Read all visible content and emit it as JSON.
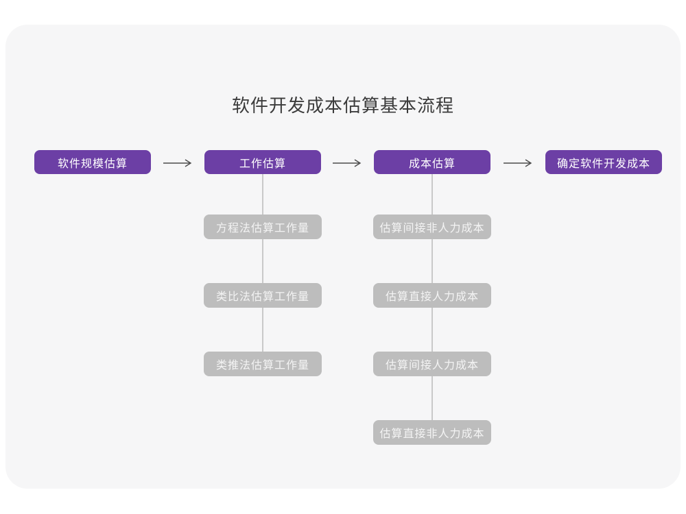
{
  "page": {
    "title": "软件开发成本估算基本流程"
  },
  "colors": {
    "canvas_bg": "#ffffff",
    "card_bg": "#f6f6f7",
    "stage_node_bg": "#6c3fa5",
    "stage_node_text": "#ffffff",
    "step_node_bg": "#bdbdbd",
    "step_node_text": "#f4f4f4",
    "arrow_stroke": "#4a4a4a",
    "connector_line": "#c9c9c9",
    "title_text": "#3b3b3b"
  },
  "stages": [
    {
      "label": "软件规模估算"
    },
    {
      "label": "工作估算"
    },
    {
      "label": "成本估算"
    },
    {
      "label": "确定软件开发成本"
    }
  ],
  "work_estimation_steps": [
    {
      "label": "方程法估算工作量"
    },
    {
      "label": "类比法估算工作量"
    },
    {
      "label": "类推法估算工作量"
    }
  ],
  "cost_estimation_steps": [
    {
      "label": "估算间接非人力成本"
    },
    {
      "label": "估算直接人力成本"
    },
    {
      "label": "估算间接人力成本"
    },
    {
      "label": "估算直接非人力成本"
    }
  ],
  "icons": {
    "arrow_right": "arrow-right-icon"
  }
}
